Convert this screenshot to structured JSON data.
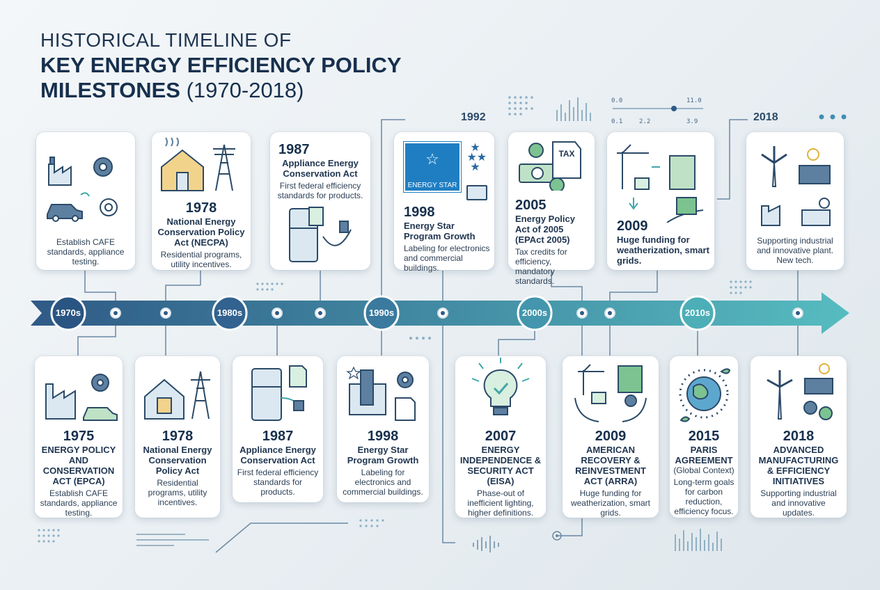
{
  "title": {
    "line1": "HISTORICAL TIMELINE OF",
    "line2": "KEY ENERGY EFFICIENCY POLICY",
    "line3": "MILESTONES",
    "years": "(1970-2018)"
  },
  "decades": [
    "1970s",
    "1980s",
    "1990s",
    "2000s",
    "2010s"
  ],
  "year_tags": {
    "tag_1992": "1992",
    "tag_2018": "2018"
  },
  "gauge": {
    "v1": "0.0",
    "v2": "11.0",
    "v3": "0.1",
    "v4": "2.2",
    "v5": "3.9"
  },
  "top_cards": [
    {
      "year": "",
      "heading": "",
      "desc": "Establish CAFE standards, appliance testing."
    },
    {
      "year": "1978",
      "heading": "National Energy Conservation Policy Act (NECPA)",
      "desc": "Residential programs, utility incentives."
    },
    {
      "year": "1987",
      "heading": "Appliance Energy Conservation Act",
      "desc": "First federal efficiency standards for products."
    },
    {
      "year": "1998",
      "heading": "Energy Star Program Growth",
      "desc": "Labeling for electronics and commercial buildings.",
      "logo": "ENERGY STAR"
    },
    {
      "year": "2005",
      "heading": "Energy Policy Act of 2005 (EPAct 2005)",
      "desc": "Tax credits for efficiency, mandatory standards.",
      "tax": "TAX"
    },
    {
      "year": "2009",
      "heading": "Huge funding for weatherization, smart grids.",
      "desc": ""
    },
    {
      "year": "",
      "heading": "",
      "desc": "Supporting industrial and innovative plant. New tech."
    }
  ],
  "bottom_cards": [
    {
      "year": "1975",
      "heading": "ENERGY POLICY AND CONSERVATION ACT (EPCA)",
      "desc": "Establish CAFE standards, appliance testing."
    },
    {
      "year": "1978",
      "heading": "National Energy Conservation Policy Act",
      "desc": "Residential programs, utility incentives."
    },
    {
      "year": "1987",
      "heading": "Appliance Energy Conservation Act",
      "desc": "First federal efficiency standards for products."
    },
    {
      "year": "1998",
      "heading": "Energy Star Program Growth",
      "desc": "Labeling for electronics and commercial buildings."
    },
    {
      "year": "2007",
      "heading": "ENERGY INDEPENDENCE & SECURITY ACT (EISA)",
      "desc": "Phase-out of inefficient lighting, higher definitions."
    },
    {
      "year": "2009",
      "heading": "AMERICAN RECOVERY & REINVESTMENT ACT (ARRA)",
      "desc": "Huge funding for weatherization, smart grids."
    },
    {
      "year": "2015",
      "heading": "PARIS AGREEMENT",
      "context": "(Global Context)",
      "desc": "Long-term goals for carbon reduction, efficiency focus."
    },
    {
      "year": "2018",
      "heading": "ADVANCED MANUFACTURING & EFFICIENCY INITIATIVES",
      "desc": "Supporting industrial and innovative updates."
    }
  ],
  "colors": {
    "arrow_start": "#2f5a86",
    "arrow_end": "#52b9be",
    "ink": "#17304d",
    "accent": "#3fa7a8"
  }
}
